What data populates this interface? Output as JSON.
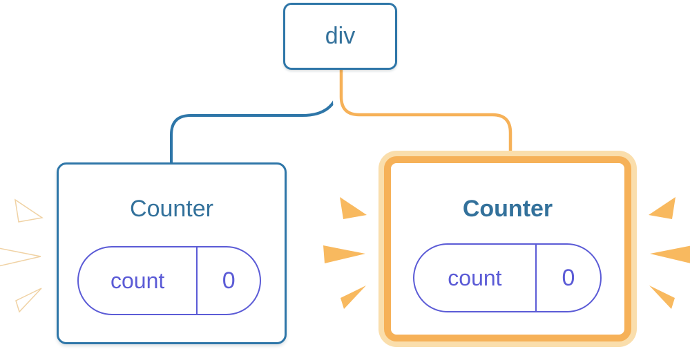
{
  "root_node": {
    "label": "div"
  },
  "left_counter": {
    "title": "Counter",
    "state_key": "count",
    "state_value": "0"
  },
  "right_counter": {
    "title": "Counter",
    "state_key": "count",
    "state_value": "0"
  },
  "colors": {
    "blue_stroke": "#2E76A8",
    "blue_text": "#33719B",
    "purple": "#5B5BD6",
    "orange": "#F6B158",
    "orange_pale": "#FADEAC",
    "orange_spark": "#F8B95F",
    "spark_outline": "#F0D2A4"
  }
}
